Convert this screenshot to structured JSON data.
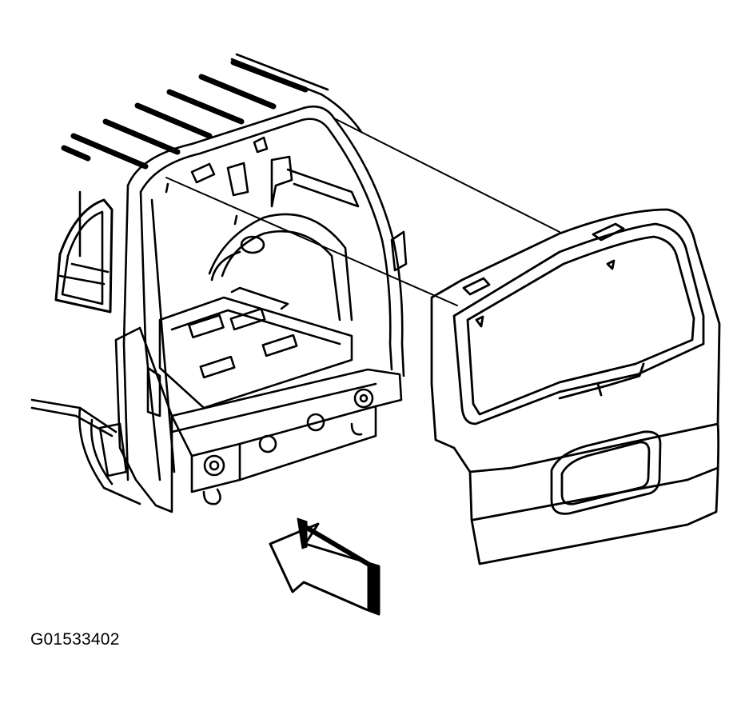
{
  "figure": {
    "id_label": "G01533402",
    "subject": "liftgate-removal-exploded-view"
  },
  "colors": {
    "ink": "#000000",
    "paper": "#ffffff"
  },
  "parts": [
    {
      "name": "vehicle-rear-body",
      "icon": "vehicle-body-outline"
    },
    {
      "name": "liftgate-panel",
      "icon": "liftgate-outline"
    },
    {
      "name": "view-direction-arrow",
      "icon": "block-arrow"
    }
  ]
}
